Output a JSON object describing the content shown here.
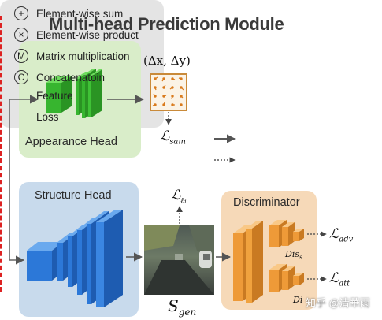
{
  "title": "Multi-head Prediction Module",
  "appearance_head": {
    "label": "Appearance Head"
  },
  "structure_head": {
    "label": "Structure Head"
  },
  "discriminator": {
    "label": "Discriminator"
  },
  "offset_label": "(Δx, Δy)",
  "loss_sam": "ℒ",
  "loss_sam_sub": "sam",
  "loss_l1": "ℒ",
  "loss_l1_sub": "ℓ₁",
  "loss_adv": "ℒ",
  "loss_adv_sub": "adv",
  "loss_att": "ℒ",
  "loss_att_sub": "att",
  "s_gen": "S",
  "s_gen_sub": "gen",
  "dis_s": "Dis",
  "dis_s_sub": "s",
  "dis_a": "Di",
  "legend": {
    "sum": {
      "symbol": "+",
      "label": "Element-wise sum"
    },
    "product": {
      "symbol": "×",
      "label": "Element-wise product"
    },
    "matmul": {
      "symbol": "M",
      "label": "Matrix multiplication"
    },
    "concat": {
      "symbol": "C",
      "label": "Concatenatoin"
    },
    "feature": {
      "label": "Feature"
    },
    "loss": {
      "label": "Loss"
    }
  },
  "watermark": "知乎 @清華雨",
  "colors": {
    "green": "#3fbf3a",
    "blue": "#2b74d4",
    "orange": "#f2a54a",
    "grid_border": "#c98a3a"
  }
}
